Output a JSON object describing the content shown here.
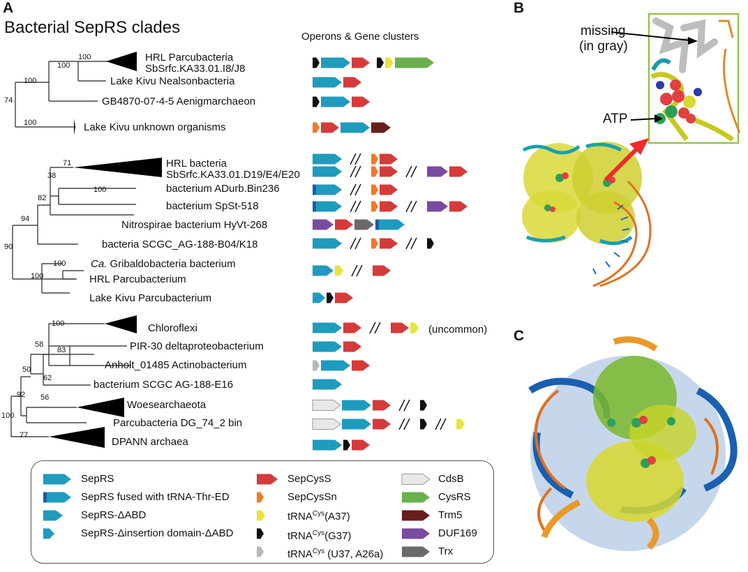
{
  "panel_labels": {
    "a": "A",
    "b": "B",
    "c": "C"
  },
  "panel_a": {
    "title": "Bacterial SepRS clades",
    "operons_header": "Operons & Gene clusters",
    "taxa": [
      {
        "id": "hrl-parc",
        "label": "HRL Parcubacteria",
        "label2": "SbSrfc.KA33.01.I8/J8",
        "italic": false
      },
      {
        "id": "kivu-neal",
        "label": "Lake Kivu Nealsonbacteria"
      },
      {
        "id": "aenig",
        "label": "GB4870-07-4-5 Aenigmarchaeon"
      },
      {
        "id": "kivu-unknown",
        "label": "Lake Kivu unknown organisms"
      },
      {
        "id": "hrl-bact",
        "label": "HRL bacteria",
        "label2": "SbSrfc.KA33.01.D19/E4/E20"
      },
      {
        "id": "adurb",
        "label": "bacterium ADurb.Bin236"
      },
      {
        "id": "spst",
        "label": "bacterium SpSt-518"
      },
      {
        "id": "nitro",
        "label": "Nitrospirae bacterium HyVt-268"
      },
      {
        "id": "scgc-b04",
        "label": "bacteria SCGC_AG-188-B04/K18"
      },
      {
        "id": "gribal",
        "label_prefix": "Ca.",
        "label": " Gribaldobacteria bacterium"
      },
      {
        "id": "hrl-parcum",
        "label": "HRL Parcubacterium"
      },
      {
        "id": "kivu-parcum",
        "label": "Lake Kivu Parcubacterium"
      },
      {
        "id": "chloro",
        "label": "Chloroflexi"
      },
      {
        "id": "pir30",
        "label": "PIR-30 deltaproteobacterium"
      },
      {
        "id": "anholt",
        "label": "Anholt_01485 Actinobacterium"
      },
      {
        "id": "scgc-e16",
        "label": "bacterium SCGC AG-188-E16"
      },
      {
        "id": "woese",
        "label": "Woesearchaeota"
      },
      {
        "id": "parc-dg",
        "label": "Parcubacteria DG_74_2 bin"
      },
      {
        "id": "dpann",
        "label": "DPANN archaea"
      }
    ],
    "bootstrap": [
      "100",
      "100",
      "100",
      "74",
      "100",
      "71",
      "38",
      "100",
      "82",
      "94",
      "90",
      "100",
      "100",
      "100",
      "83",
      "58",
      "62",
      "50",
      "56",
      "92",
      "100",
      "77"
    ],
    "uncommon_note": "(uncommon)",
    "legend": {
      "col1": [
        "SepRS",
        "SepRS fused with tRNA-Thr-ED",
        "SepRS-ΔABD",
        "SepRS-Δinsertion domain-ΔABD"
      ],
      "col2": [
        {
          "main": "SepCysS"
        },
        {
          "main": "SepCysSn"
        },
        {
          "main": "tRNA",
          "sup": "Cys",
          "tail": "(A37)"
        },
        {
          "main": "tRNA",
          "sup": "Cys",
          "tail": "(G37)"
        },
        {
          "main": "tRNA",
          "sup": "Cys",
          "tail": " (U37, A26a)"
        }
      ],
      "col3": [
        "CdsB",
        "CysRS",
        "Trm5",
        "DUF169",
        "Trx"
      ]
    },
    "gene_colors": {
      "seprs": "#1f9bbd",
      "seprs_fused": "#1a5fa8",
      "sepcyss": "#d63a3a",
      "sepcyssn": "#ee7a2a",
      "trna_a37": "#e8e43c",
      "trna_g37": "#111111",
      "trna_u37": "#b8b8b8",
      "cdsb": "#e8e8e8",
      "cysrs": "#6ab04c",
      "trm5": "#6a1e1e",
      "duf169": "#7a4aa0",
      "trx": "#6a6a6a"
    }
  },
  "panel_b": {
    "missing_label": "missing",
    "missing_label2": "(in gray)",
    "atp_label": "ATP"
  }
}
